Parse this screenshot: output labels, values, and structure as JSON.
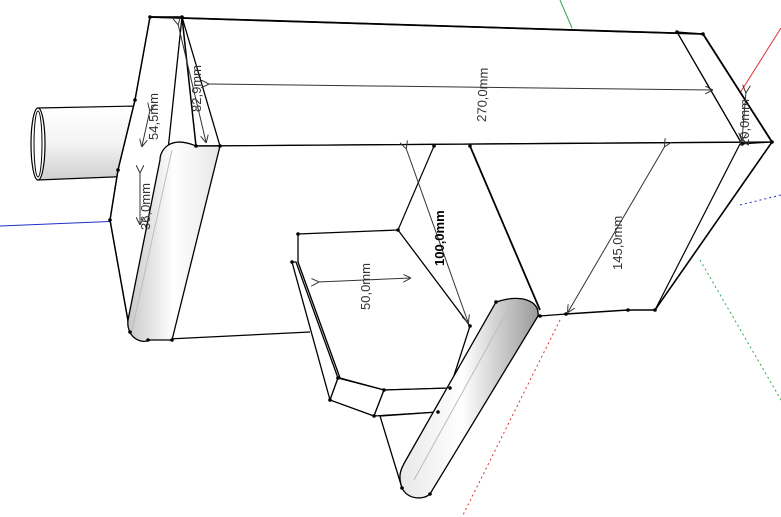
{
  "viewport": {
    "background": "#ffffff",
    "axis_colors": {
      "red": "#e03030",
      "green": "#2fa84a",
      "blue": "#2030c8"
    }
  },
  "model": {
    "edge_color": "#000000",
    "face_color": "#ffffff",
    "shade_color": "#d8d8d8"
  },
  "dimensions": {
    "d_270": "270,0mm",
    "d_82_9": "82,9mm",
    "d_54_5": "54,5mm",
    "d_36": "36,0mm",
    "d_20": "20,0mm",
    "d_145": "145,0mm",
    "d_100": "100,0mm",
    "d_50": "50,0mm"
  }
}
